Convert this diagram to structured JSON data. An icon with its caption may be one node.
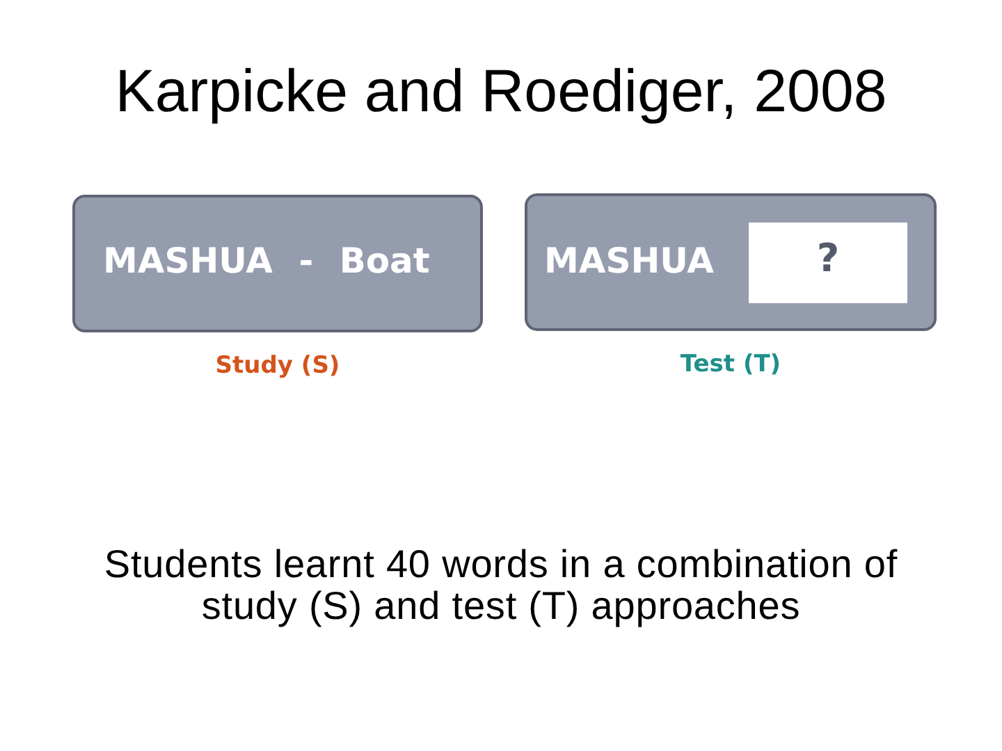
{
  "diagram": {
    "title": "Karpicke and Roediger, 2008",
    "nodes": [
      {
        "text": [
          "MASHUA - Boat"
        ],
        "beside": [
          "Study (S)"
        ]
      },
      {
        "text": [
          "MASHUA"
        ],
        "beside": [
          "Test (T)"
        ]
      },
      {
        "text": [
          "?"
        ],
        "in": 1
      }
    ],
    "caption": "Students learnt 40 words in a combination of study (S) and test (T) approaches"
  }
}
